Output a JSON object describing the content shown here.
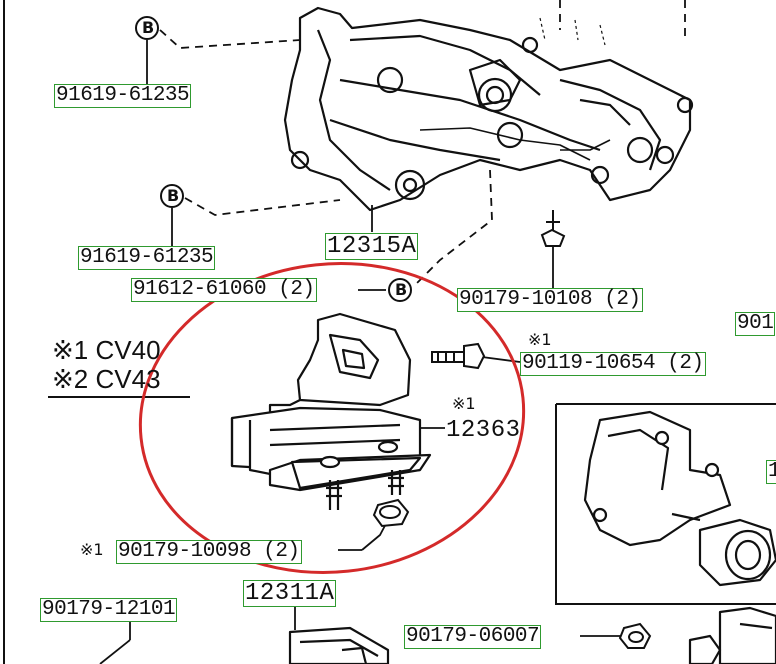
{
  "diagram": {
    "part_labels": {
      "p1": "91619-61235",
      "p2": "91619-61235",
      "p3": "12315A",
      "p4": "91612-61060 (2)",
      "p5": "90179-10108 (2)",
      "p6": "90119-10654 (2)",
      "p7": "12363",
      "p8": "90179-10098 (2)",
      "p9": "90179-12101",
      "p10": "12311A",
      "p11": "90179-06007",
      "p12": "901",
      "p13": "1"
    },
    "bolt_symbol": "B",
    "note_marks": {
      "m1": "※1",
      "m2": "※1",
      "m3": "※1"
    },
    "legend": [
      {
        "mark": "※1",
        "text": "CV40"
      },
      {
        "mark": "※2",
        "text": "CV43"
      }
    ],
    "colors": {
      "highlight_circle": "#d42a2a",
      "label_box": "#2f9a2f",
      "line": "#111111"
    }
  }
}
